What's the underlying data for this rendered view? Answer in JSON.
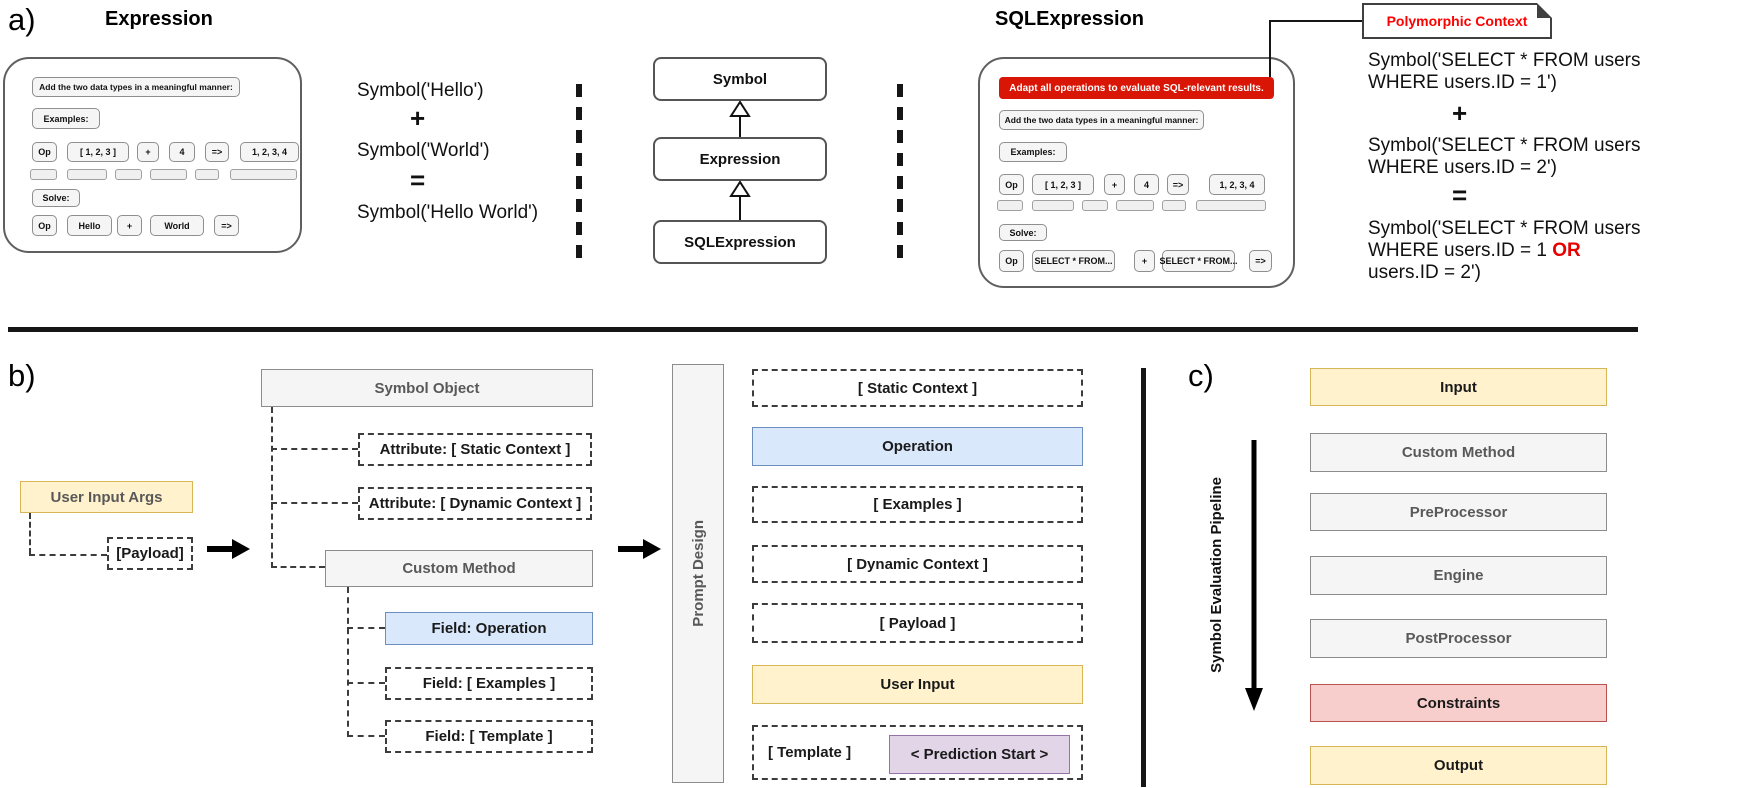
{
  "panel_a": {
    "label": "a)",
    "expression": {
      "title": "Expression",
      "card": {
        "instruction": "Add the two data types in a meaningful manner:",
        "examples_label": "Examples:",
        "example_row": [
          "Op",
          "[ 1, 2, 3 ]",
          "+",
          "4",
          "=>",
          "1, 2, 3, 4"
        ],
        "solve_label": "Solve:",
        "solve_row": [
          "Op",
          "Hello",
          "+",
          "World",
          "=>"
        ]
      },
      "equation": {
        "line1": "Symbol('Hello')",
        "plus": "+",
        "line2": "Symbol('World')",
        "equals": "=",
        "result": "Symbol('Hello World')"
      }
    },
    "hierarchy": [
      "Symbol",
      "Expression",
      "SQLExpression"
    ],
    "sql": {
      "title": "SQLExpression",
      "note": "Polymorphic Context",
      "banner": "Adapt all operations to evaluate SQL-relevant results.",
      "card": {
        "instruction": "Add the two data types in a meaningful manner:",
        "examples_label": "Examples:",
        "example_row": [
          "Op",
          "[ 1, 2, 3 ]",
          "+",
          "4",
          "=>",
          "1, 2, 3, 4"
        ],
        "solve_label": "Solve:",
        "solve_row": [
          "Op",
          "SELECT * FROM...",
          "+",
          "SELECT * FROM...",
          "=>"
        ]
      },
      "equation": {
        "l1a": "Symbol('SELECT * FROM users",
        "l1b": "WHERE users.ID = 1')",
        "plus": "+",
        "l2a": "Symbol('SELECT * FROM users",
        "l2b": "WHERE users.ID = 2')",
        "equals": "=",
        "l3a": "Symbol('SELECT * FROM users",
        "l3b_pre": "WHERE users.ID = 1 ",
        "l3b_or": "OR",
        "l3c": "users.ID = 2')"
      }
    }
  },
  "panel_b": {
    "label": "b)",
    "user_input_args": "User Input Args",
    "payload": "[Payload]",
    "symbol_object": "Symbol Object",
    "attr_static": "Attribute: [ Static Context ]",
    "attr_dynamic": "Attribute: [ Dynamic Context ]",
    "custom_method": "Custom Method",
    "field_operation": "Field: Operation",
    "field_examples": "Field: [ Examples ]",
    "field_template": "Field: [ Template ]",
    "prompt_design": "Prompt Design",
    "stack": [
      "[ Static Context ]",
      "Operation",
      "[ Examples ]",
      "[ Dynamic Context ]",
      "[ Payload ]",
      "User Input"
    ],
    "template_label": "[ Template ]",
    "prediction_start": "< Prediction Start >"
  },
  "panel_c": {
    "label": "c)",
    "pipeline_label": "Symbol Evaluation Pipeline",
    "stack": [
      "Input",
      "Custom Method",
      "PreProcessor",
      "Engine",
      "PostProcessor",
      "Constraints",
      "Output"
    ]
  },
  "colors": {
    "banner_red": "#d91505",
    "note_text_red": "#ff0000",
    "yellow_fill": "#fff2cc",
    "yellow_border": "#d6b656",
    "blue_fill": "#dae8fc",
    "blue_border": "#6c8ebf",
    "purple_fill": "#e1d5e7",
    "purple_border": "#9673a6",
    "red_fill": "#f8cecc",
    "red_border": "#b85450",
    "gray_fill": "#f5f5f5",
    "gray_border": "#8c8c8c"
  }
}
